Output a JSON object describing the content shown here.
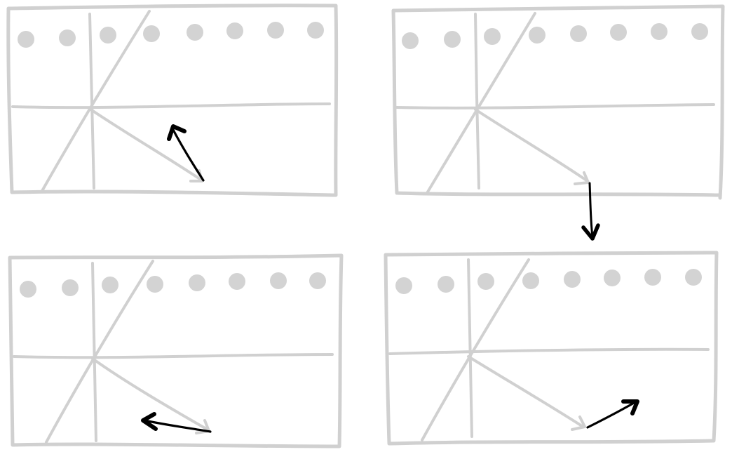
{
  "colors": {
    "background": "#ffffff",
    "sketch_gray": "#d0d0d0",
    "dot_gray": "#d3d3d3",
    "gesture_black": "#000000"
  },
  "panels": [
    {
      "id": "top-left",
      "dot_count": 8,
      "gesture_direction": "up-left"
    },
    {
      "id": "top-right",
      "dot_count": 8,
      "gesture_direction": "none"
    },
    {
      "id": "bottom-left",
      "dot_count": 8,
      "gesture_direction": "left"
    },
    {
      "id": "bottom-right",
      "dot_count": 8,
      "gesture_direction": "up-right"
    }
  ],
  "connector": {
    "from": "top-right",
    "to": "bottom-right",
    "direction": "down"
  }
}
